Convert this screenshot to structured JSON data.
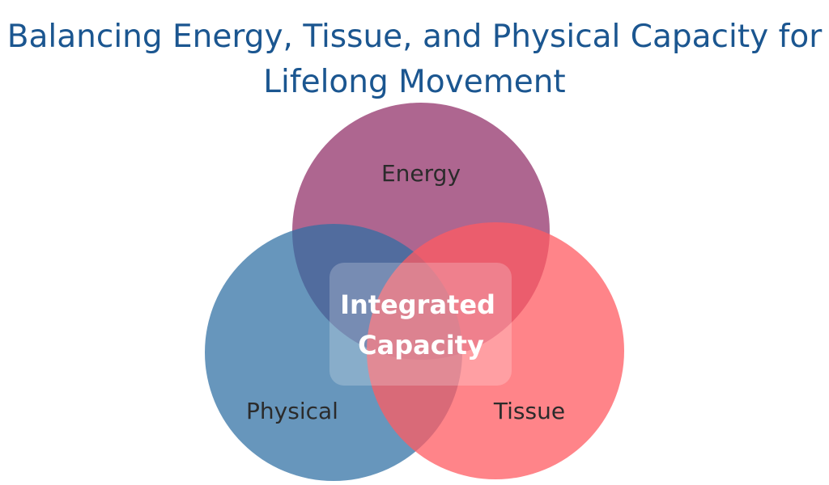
{
  "title": "Balancing Energy, Tissue, and Physical Capacity for Lifelong Movement",
  "circles": {
    "energy": {
      "label": "Energy",
      "color": "#ae6690"
    },
    "physical": {
      "label": "Physical",
      "color": "#2f6fa3"
    },
    "tissue": {
      "label": "Tissue",
      "color": "#ff5b62"
    }
  },
  "center": {
    "line1": "Integrated",
    "line2": "Capacity"
  }
}
